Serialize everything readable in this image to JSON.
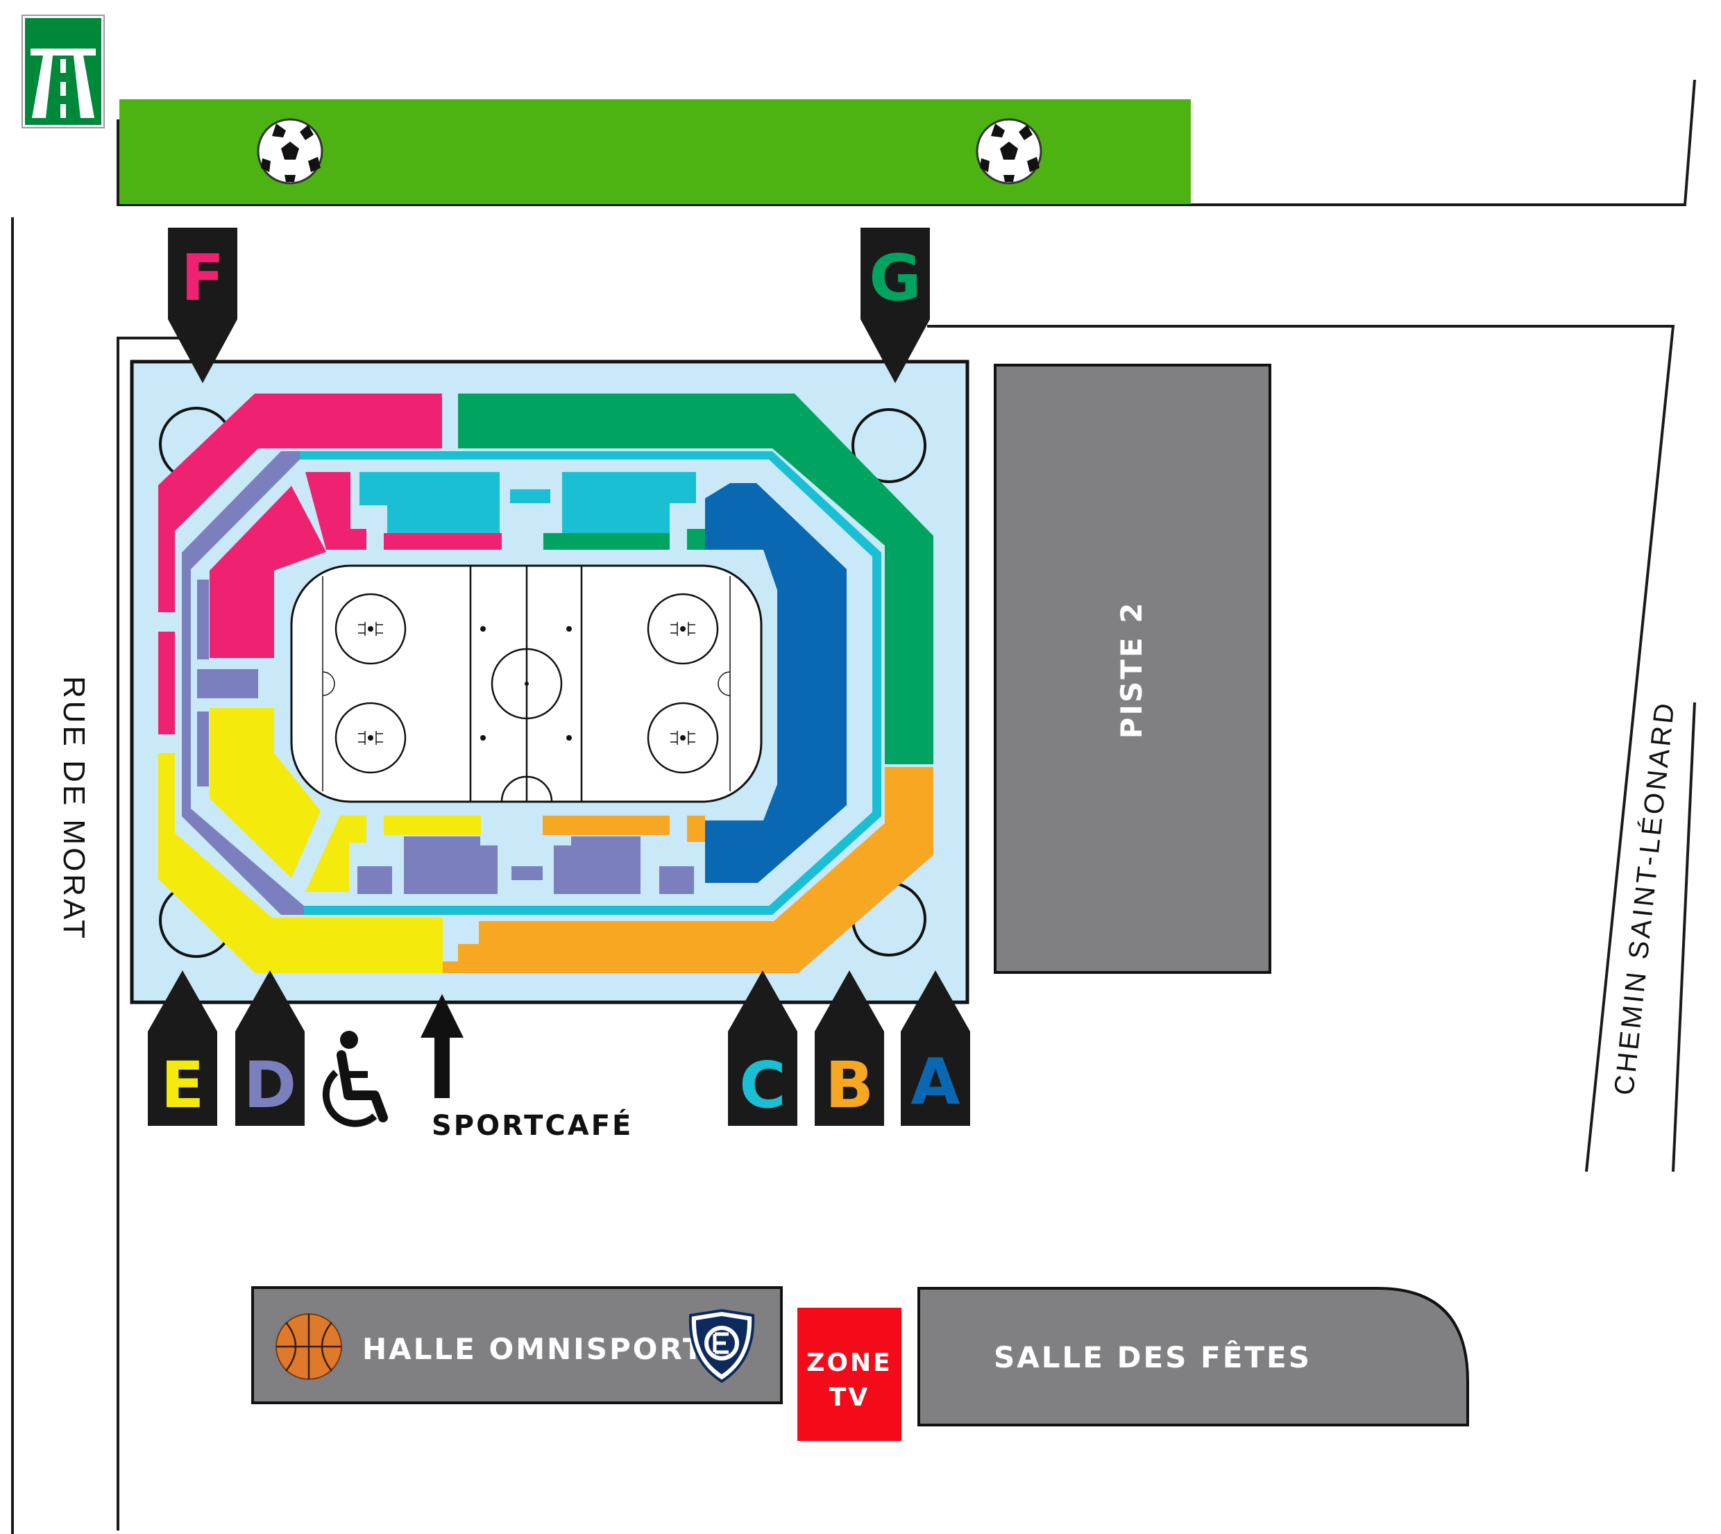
{
  "streets": {
    "west": "RUE DE MORAT",
    "east": "CHEMIN SAINT-LÉONARD"
  },
  "buildings": {
    "piste2": "PISTE 2",
    "halle": "HALLE OMNISPORT",
    "salle": "SALLE DES FÊTES",
    "zone_tv_line1": "ZONE",
    "zone_tv_line2": "TV"
  },
  "sportcafe": "SPORTCAFÉ",
  "entrances": [
    {
      "letter": "F",
      "color": "#ee2271"
    },
    {
      "letter": "G",
      "color": "#00a460"
    },
    {
      "letter": "E",
      "color": "#f4ea0c"
    },
    {
      "letter": "D",
      "color": "#7b7fbd"
    },
    {
      "letter": "C",
      "color": "#1bbfd3"
    },
    {
      "letter": "B",
      "color": "#f8a723"
    },
    {
      "letter": "A",
      "color": "#0a67b2"
    }
  ],
  "colors": {
    "pink": "#ee2271",
    "green": "#00a460",
    "yellow": "#f4ea0c",
    "purple": "#7b7fbd",
    "cyan": "#1bbfd3",
    "orange": "#f8a723",
    "blue": "#0a67b2",
    "field": "#4db312",
    "building_gray": "#808083",
    "stadium_bg": "#c9e9f8",
    "zone_tv_red": "#f50a19",
    "motorway_green": "#00883a"
  },
  "icons": [
    "motorway-icon",
    "soccer-ball-icon",
    "wheelchair-icon",
    "basketball-icon",
    "club-shield-icon"
  ]
}
